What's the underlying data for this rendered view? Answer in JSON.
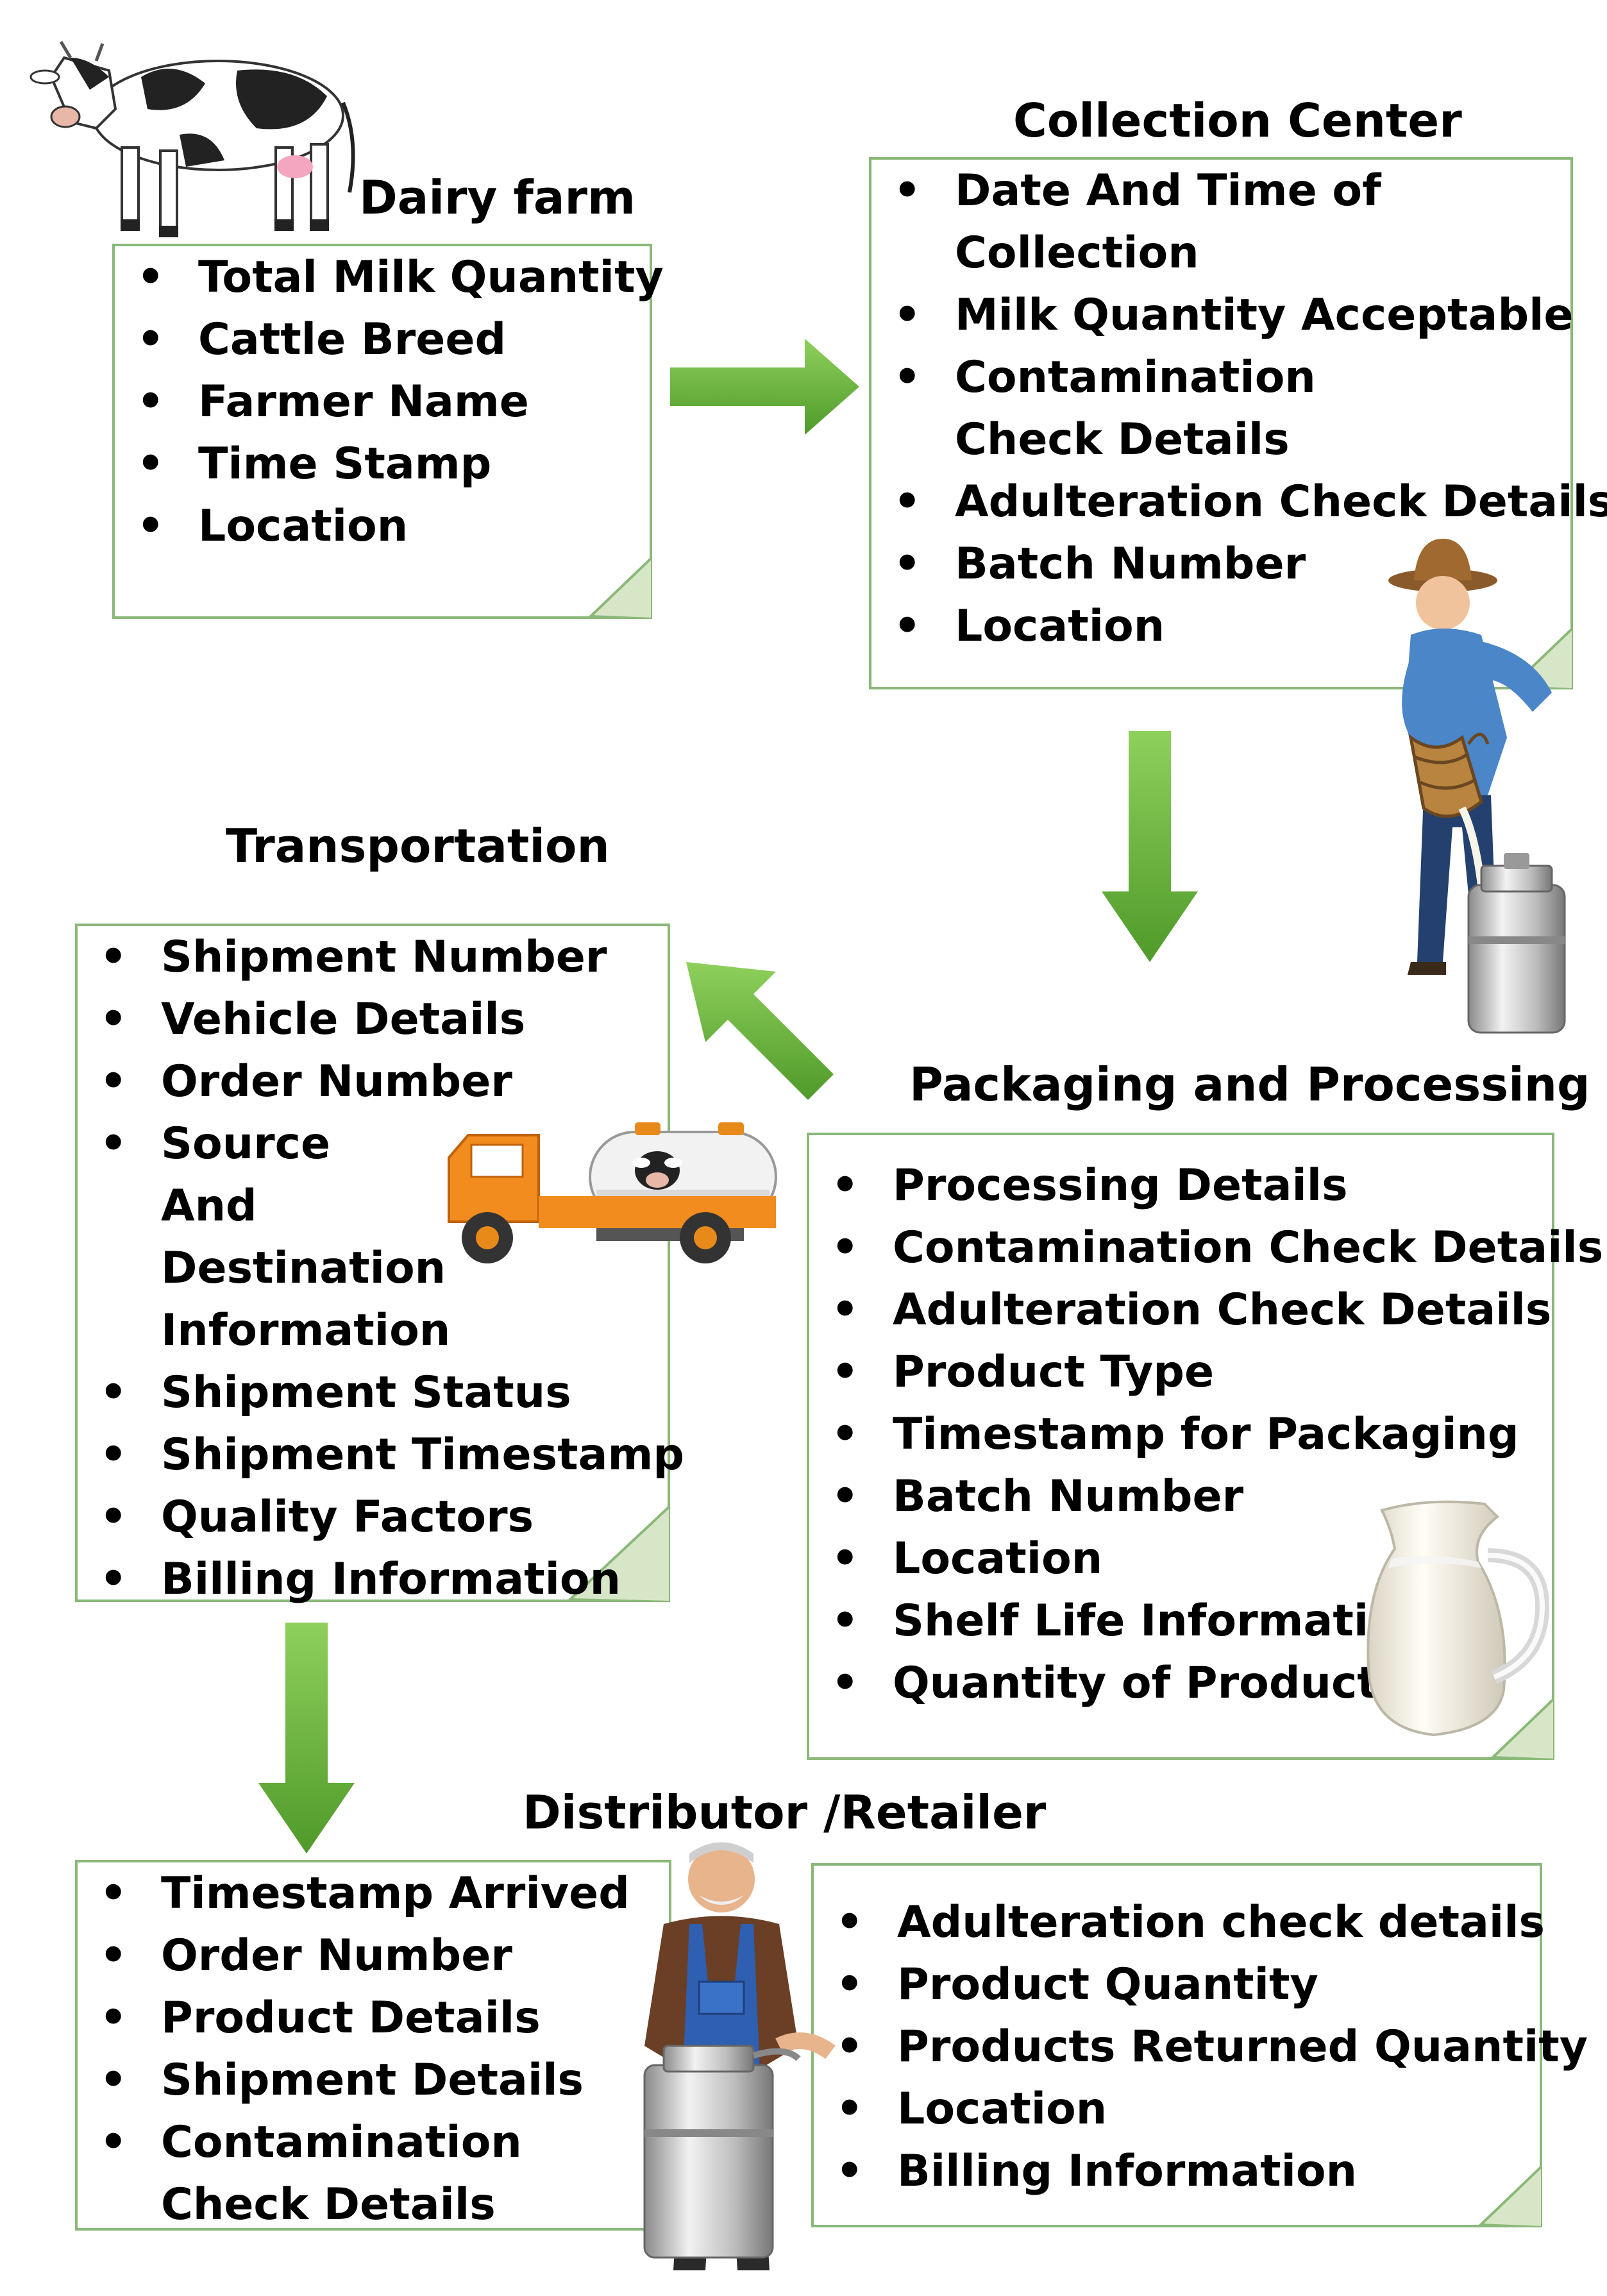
{
  "stages": {
    "dairy_farm": {
      "title": "Dairy farm",
      "items": [
        "Total Milk Quantity",
        "Cattle Breed",
        "Farmer Name",
        "Time Stamp",
        "Location"
      ]
    },
    "collection_center": {
      "title": "Collection Center",
      "items": [
        "Date And Time of Collection",
        "Milk Quantity Acceptable",
        "Contamination Check Details",
        "Adulteration Check Details",
        "Batch Number",
        "Location"
      ]
    },
    "transportation": {
      "title": "Transportation",
      "items": [
        "Shipment Number",
        "Vehicle Details",
        "Order Number",
        "Source And Destination Information",
        "Shipment Status",
        "Shipment Timestamp",
        "Quality Factors",
        "Billing Information"
      ]
    },
    "packaging_processing": {
      "title": "Packaging and Processing",
      "items": [
        "Processing Details",
        "Contamination Check Details",
        "Adulteration Check Details",
        "Product Type",
        "Timestamp for Packaging",
        "Batch Number",
        "Location",
        "Shelf Life Information",
        "Quantity of Products"
      ]
    },
    "distributor_retailer": {
      "title": "Distributor /Retailer",
      "items_left": [
        "Timestamp Arrived",
        "Order Number",
        "Product Details",
        "Shipment Details",
        "Contamination Check Details"
      ],
      "items_right": [
        "Adulteration check details",
        "Product Quantity",
        "Products Returned Quantity",
        "Location",
        "Billing Information"
      ]
    }
  },
  "bullet": "•",
  "colors": {
    "arrow": "#6ab53a",
    "box_border": "#8ab878",
    "fold": "#d8e6c8"
  },
  "icons": [
    "cow-icon",
    "farmer-pouring-milk-icon",
    "milk-tanker-truck-icon",
    "milk-jug-icon",
    "retailer-with-milk-can-icon"
  ]
}
